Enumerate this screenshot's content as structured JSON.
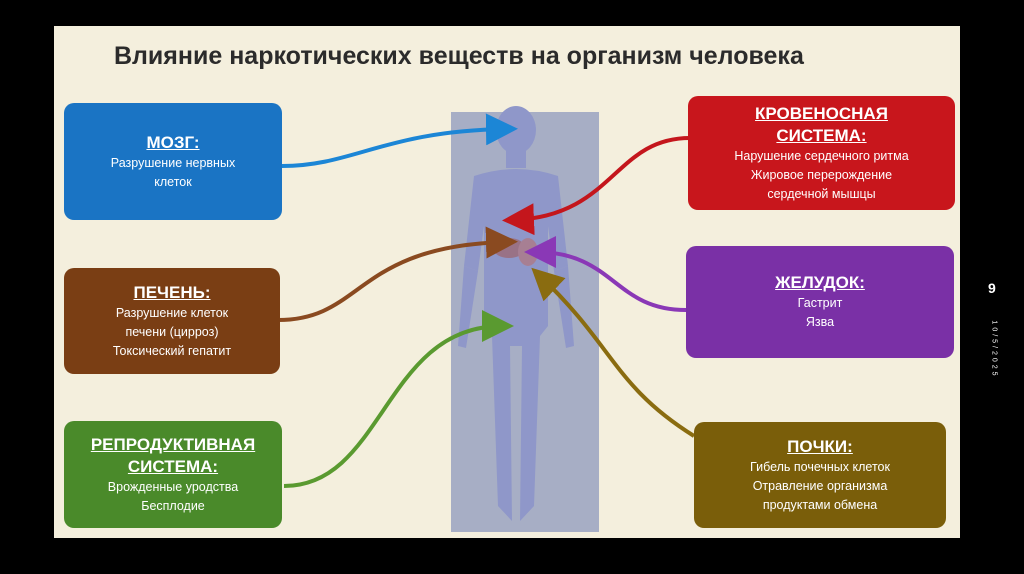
{
  "title": "Влияние наркотических веществ на организм человека",
  "boxes": {
    "brain": {
      "heading": "МОЗГ:",
      "lines": [
        "Разрушение нервных",
        "клеток"
      ],
      "color": "#1a74c4"
    },
    "liver": {
      "heading": "ПЕЧЕНЬ:",
      "lines": [
        "Разрушение клеток",
        "печени (цирроз)",
        "Токсический гепатит"
      ],
      "color": "#7a3e14"
    },
    "repro": {
      "heading_1": "РЕПРОДУКТИВНАЯ",
      "heading_2": "СИСТЕМА:",
      "lines": [
        "Врожденные уродства",
        "Бесплодие"
      ],
      "color": "#4a8a2a"
    },
    "blood": {
      "heading_1": "КРОВЕНОСНАЯ",
      "heading_2": "СИСТЕМА:",
      "lines": [
        "Нарушение сердечного ритма",
        "Жировое перерождение",
        "сердечной мышцы"
      ],
      "color": "#c8161c"
    },
    "stomach": {
      "heading": "ЖЕЛУДОК:",
      "lines": [
        "Гастрит",
        "Язва"
      ],
      "color": "#7a30a6"
    },
    "kidneys": {
      "heading": "ПОЧКИ:",
      "lines": [
        "Гибель почечных клеток",
        "Отравление организма",
        "продуктами обмена"
      ],
      "color": "#7a5e0a"
    }
  },
  "page_number": "9",
  "page_date": "10/5/2025",
  "colors": {
    "background": "#f4efdd",
    "body_panel": "#a7aec5",
    "silhouette": "#8f97c9"
  }
}
